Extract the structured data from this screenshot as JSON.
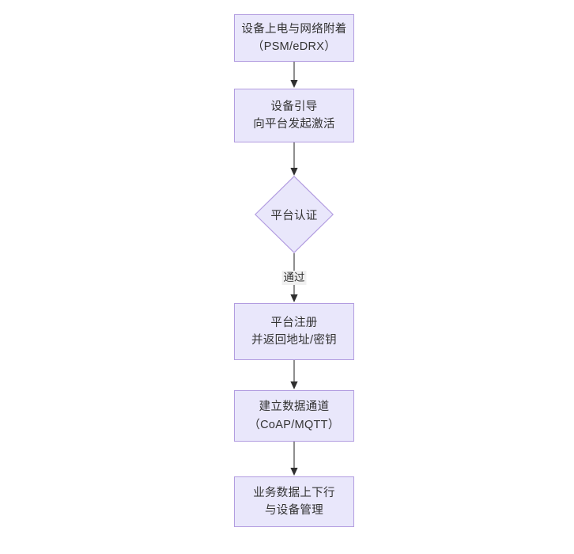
{
  "diagram": {
    "type": "flowchart",
    "orientation": "top-to-bottom",
    "background_color": "#ffffff",
    "node_fill_color": "#e9e7fb",
    "node_border_color": "#b29ce0",
    "edge_color": "#444444",
    "text_color": "#333333",
    "nodes": [
      {
        "id": "n1",
        "shape": "rectangle",
        "lines": [
          "设备上电与网络附着",
          "（PSM/eDRX）"
        ]
      },
      {
        "id": "n2",
        "shape": "rectangle",
        "lines": [
          "设备引导",
          "向平台发起激活"
        ]
      },
      {
        "id": "n3",
        "shape": "diamond",
        "lines": [
          "平台认证"
        ]
      },
      {
        "id": "n4",
        "shape": "rectangle",
        "lines": [
          "平台注册",
          "并返回地址/密钥"
        ]
      },
      {
        "id": "n5",
        "shape": "rectangle",
        "lines": [
          "建立数据通道",
          "（CoAP/MQTT）"
        ]
      },
      {
        "id": "n6",
        "shape": "rectangle",
        "lines": [
          "业务数据上下行",
          "与设备管理"
        ]
      }
    ],
    "edges": [
      {
        "id": "e1",
        "from": "n1",
        "to": "n2",
        "label": ""
      },
      {
        "id": "e2",
        "from": "n2",
        "to": "n3",
        "label": ""
      },
      {
        "id": "e3",
        "from": "n3",
        "to": "n4",
        "label": "通过"
      },
      {
        "id": "e4",
        "from": "n4",
        "to": "n5",
        "label": ""
      },
      {
        "id": "e5",
        "from": "n5",
        "to": "n6",
        "label": ""
      }
    ]
  }
}
